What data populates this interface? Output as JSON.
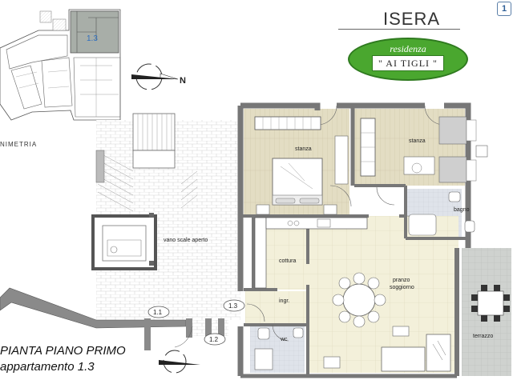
{
  "page_badge": "1",
  "town": "ISERA",
  "logo": {
    "top": "residenza",
    "name": "\" AI TIGLI \""
  },
  "planimetria_label": "NIMETRIA",
  "key_plan_unit": "1.3",
  "compass_letter": "N",
  "floor_title": "PIANTA PIANO PRIMO",
  "apartment_title": "appartamento 1.3",
  "rooms": {
    "stanza_1": "stanza",
    "stanza_2": "stanza",
    "bagno": "bagno",
    "cottura": "cottura",
    "pranzo": "pranzo",
    "soggiorno": "soggiorno",
    "ingr": "ingr.",
    "wc": "wc",
    "terrazzo": "terrazzo",
    "vano_scale": "vano scale aperto"
  },
  "markers": {
    "m11": "1.1",
    "m12": "1.2",
    "m13": "1.3"
  },
  "colors": {
    "wall": "#777777",
    "floor_light": "#f2f0d9",
    "floor_wood": "#d8d2b8",
    "bath_tile": "#d7dce3",
    "terrace": "#c9ccc9",
    "unit_highlight": "#a8aea8",
    "logo_green": "#4aa72f"
  }
}
